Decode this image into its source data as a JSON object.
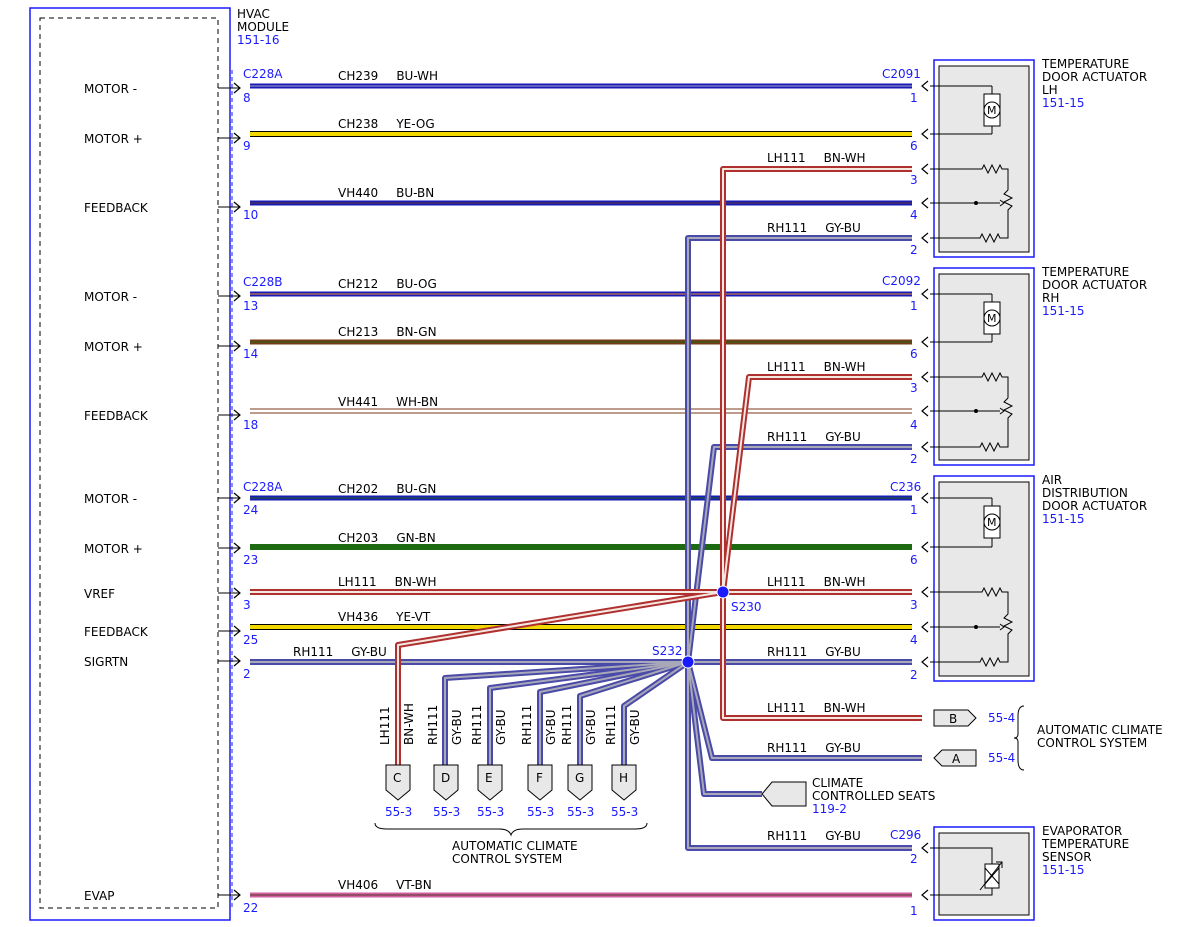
{
  "module": {
    "title1": "HVAC",
    "title2": "MODULE",
    "ref": "151-16"
  },
  "signals": [
    {
      "id": "motor_minus_1",
      "label": "MOTOR -"
    },
    {
      "id": "motor_plus_1",
      "label": "MOTOR +"
    },
    {
      "id": "feedback_1",
      "label": "FEEDBACK"
    },
    {
      "id": "motor_minus_2",
      "label": "MOTOR -"
    },
    {
      "id": "motor_plus_2",
      "label": "MOTOR +"
    },
    {
      "id": "feedback_2",
      "label": "FEEDBACK"
    },
    {
      "id": "motor_minus_3",
      "label": "MOTOR -"
    },
    {
      "id": "motor_plus_3",
      "label": "MOTOR +"
    },
    {
      "id": "vref",
      "label": "VREF"
    },
    {
      "id": "feedback_3",
      "label": "FEEDBACK"
    },
    {
      "id": "sigrtn",
      "label": "SIGRTN"
    },
    {
      "id": "evap",
      "label": "EVAP"
    }
  ],
  "left_connectors": [
    "C228A",
    "C228B",
    "C228A"
  ],
  "right_connectors": [
    "C2091",
    "C2092",
    "C236",
    "C296"
  ],
  "wires": [
    {
      "circuit": "CH239",
      "color": "BU-WH",
      "lpin": "8",
      "rpin": "1"
    },
    {
      "circuit": "CH238",
      "color": "YE-OG",
      "lpin": "9",
      "rpin": "6"
    },
    {
      "circuit": "LH111",
      "color": "BN-WH",
      "lpin": "",
      "rpin": "3"
    },
    {
      "circuit": "VH440",
      "color": "BU-BN",
      "lpin": "10",
      "rpin": "4"
    },
    {
      "circuit": "RH111",
      "color": "GY-BU",
      "lpin": "",
      "rpin": "2"
    },
    {
      "circuit": "CH212",
      "color": "BU-OG",
      "lpin": "13",
      "rpin": "1"
    },
    {
      "circuit": "CH213",
      "color": "BN-GN",
      "lpin": "14",
      "rpin": "6"
    },
    {
      "circuit": "LH111",
      "color": "BN-WH",
      "lpin": "",
      "rpin": "3"
    },
    {
      "circuit": "VH441",
      "color": "WH-BN",
      "lpin": "18",
      "rpin": "4"
    },
    {
      "circuit": "RH111",
      "color": "GY-BU",
      "lpin": "",
      "rpin": "2"
    },
    {
      "circuit": "CH202",
      "color": "BU-GN",
      "lpin": "24",
      "rpin": "1"
    },
    {
      "circuit": "CH203",
      "color": "GN-BN",
      "lpin": "23",
      "rpin": "6"
    },
    {
      "circuit": "LH111",
      "color": "BN-WH",
      "lpin": "3",
      "rpin": ""
    },
    {
      "circuit": "LH111",
      "color": "BN-WH",
      "lpin": "",
      "rpin": "3"
    },
    {
      "circuit": "VH436",
      "color": "YE-VT",
      "lpin": "25",
      "rpin": "4"
    },
    {
      "circuit": "RH111",
      "color": "GY-BU",
      "lpin": "2",
      "rpin": ""
    },
    {
      "circuit": "RH111",
      "color": "GY-BU",
      "lpin": "",
      "rpin": "2"
    },
    {
      "circuit": "LH111",
      "color": "BN-WH",
      "lpin": "",
      "rpin": ""
    },
    {
      "circuit": "RH111",
      "color": "GY-BU",
      "lpin": "",
      "rpin": ""
    },
    {
      "circuit": "RH111",
      "color": "GY-BU",
      "lpin": "",
      "rpin": "2"
    },
    {
      "circuit": "VH406",
      "color": "VT-BN",
      "lpin": "22",
      "rpin": "1"
    }
  ],
  "splices": [
    "S230",
    "S232"
  ],
  "components": [
    {
      "l1": "TEMPERATURE",
      "l2": "DOOR ACTUATOR",
      "l3": "LH",
      "ref": "151-15"
    },
    {
      "l1": "TEMPERATURE",
      "l2": "DOOR ACTUATOR",
      "l3": "RH",
      "ref": "151-15"
    },
    {
      "l1": "AIR",
      "l2": "DISTRIBUTION",
      "l3": "DOOR ACTUATOR",
      "ref": "151-15"
    },
    {
      "l1": "EVAPORATOR",
      "l2": "TEMPERATURE",
      "l3": "SENSOR",
      "ref": "151-15"
    }
  ],
  "bottom_taps": [
    {
      "circuit": "LH111",
      "color": "BN-WH",
      "letter": "C",
      "ref": "55-3"
    },
    {
      "circuit": "RH111",
      "color": "GY-BU",
      "letter": "D",
      "ref": "55-3"
    },
    {
      "circuit": "RH111",
      "color": "GY-BU",
      "letter": "E",
      "ref": "55-3"
    },
    {
      "circuit": "RH111",
      "color": "GY-BU",
      "letter": "F",
      "ref": "55-3"
    },
    {
      "circuit": "RH111",
      "color": "GY-BU",
      "letter": "G",
      "ref": "55-3"
    },
    {
      "circuit": "RH111",
      "color": "GY-BU",
      "letter": "H",
      "ref": "55-3"
    }
  ],
  "bottom_group": {
    "l1": "AUTOMATIC CLIMATE",
    "l2": "CONTROL SYSTEM"
  },
  "right_taps": [
    {
      "letter": "B",
      "ref": "55-4"
    },
    {
      "letter": "A",
      "ref": "55-4"
    }
  ],
  "right_group": {
    "l1": "AUTOMATIC CLIMATE",
    "l2": "CONTROL SYSTEM"
  },
  "seats": {
    "l1": "CLIMATE",
    "l2": "CONTROLLED SEATS",
    "ref": "119-2"
  },
  "colors": {
    "connector_blue": "#1a1aff",
    "wire_bu": "#1a1ab8",
    "wire_ye": "#f0d800",
    "wire_bn": "#7a3a1a",
    "wire_gn": "#1e6a12",
    "wire_red": "#b03030",
    "wire_gy": "#8a8aa0",
    "wire_vt": "#d060a0"
  }
}
